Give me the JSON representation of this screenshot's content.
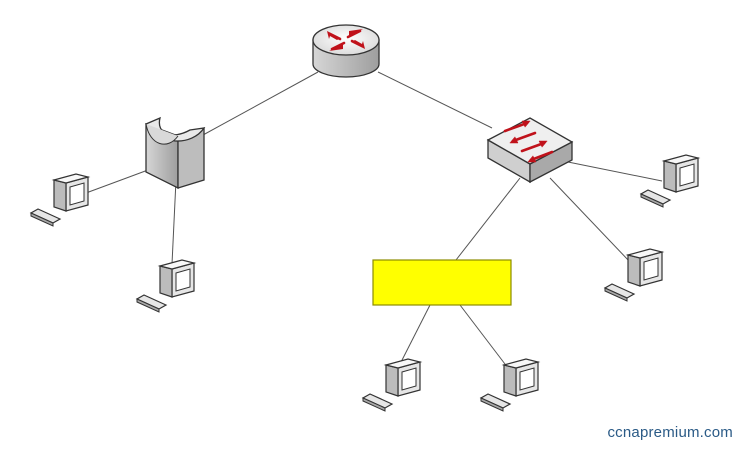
{
  "diagram": {
    "devices": [
      {
        "id": "router",
        "kind": "router",
        "icon": "router-icon"
      },
      {
        "id": "hub",
        "kind": "hub",
        "icon": "hub-icon"
      },
      {
        "id": "switch",
        "kind": "switch",
        "icon": "switch-icon"
      },
      {
        "id": "unknown-device",
        "kind": "placeholder",
        "icon": "blank-device-box",
        "label": ""
      },
      {
        "id": "pc-hub-1",
        "kind": "pc",
        "icon": "computer-icon"
      },
      {
        "id": "pc-hub-2",
        "kind": "pc",
        "icon": "computer-icon"
      },
      {
        "id": "pc-switch-1",
        "kind": "pc",
        "icon": "computer-icon"
      },
      {
        "id": "pc-switch-2",
        "kind": "pc",
        "icon": "computer-icon"
      },
      {
        "id": "pc-unknown-1",
        "kind": "pc",
        "icon": "computer-icon"
      },
      {
        "id": "pc-unknown-2",
        "kind": "pc",
        "icon": "computer-icon"
      }
    ],
    "links": [
      [
        "router",
        "hub"
      ],
      [
        "router",
        "switch"
      ],
      [
        "hub",
        "pc-hub-1"
      ],
      [
        "hub",
        "pc-hub-2"
      ],
      [
        "switch",
        "pc-switch-1"
      ],
      [
        "switch",
        "pc-switch-2"
      ],
      [
        "switch",
        "unknown-device"
      ],
      [
        "unknown-device",
        "pc-unknown-1"
      ],
      [
        "unknown-device",
        "pc-unknown-2"
      ]
    ],
    "colors": {
      "link": "#555555",
      "device_light": "#f2f2f2",
      "device_mid": "#cfcfcf",
      "device_dark": "#a9a9a9",
      "arrow": "#c0121b",
      "placeholder_fill": "#ffff00",
      "placeholder_stroke": "#9a9a00"
    }
  },
  "watermark": "ccnapremium.com"
}
